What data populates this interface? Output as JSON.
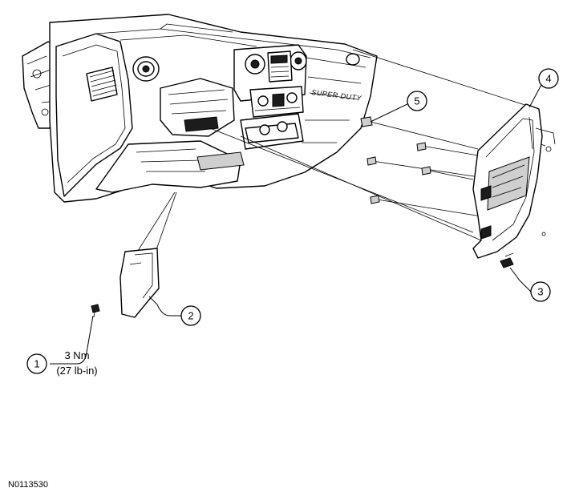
{
  "callouts": [
    {
      "id": "1",
      "label": "1"
    },
    {
      "id": "2",
      "label": "2"
    },
    {
      "id": "3",
      "label": "3"
    },
    {
      "id": "4",
      "label": "4"
    },
    {
      "id": "5",
      "label": "5"
    }
  ],
  "torque_spec": {
    "line1": "3 Nm",
    "line2": "(27 lb-in)"
  },
  "dash_badge": "SUPER DUTY",
  "figure_id": "N0113530"
}
